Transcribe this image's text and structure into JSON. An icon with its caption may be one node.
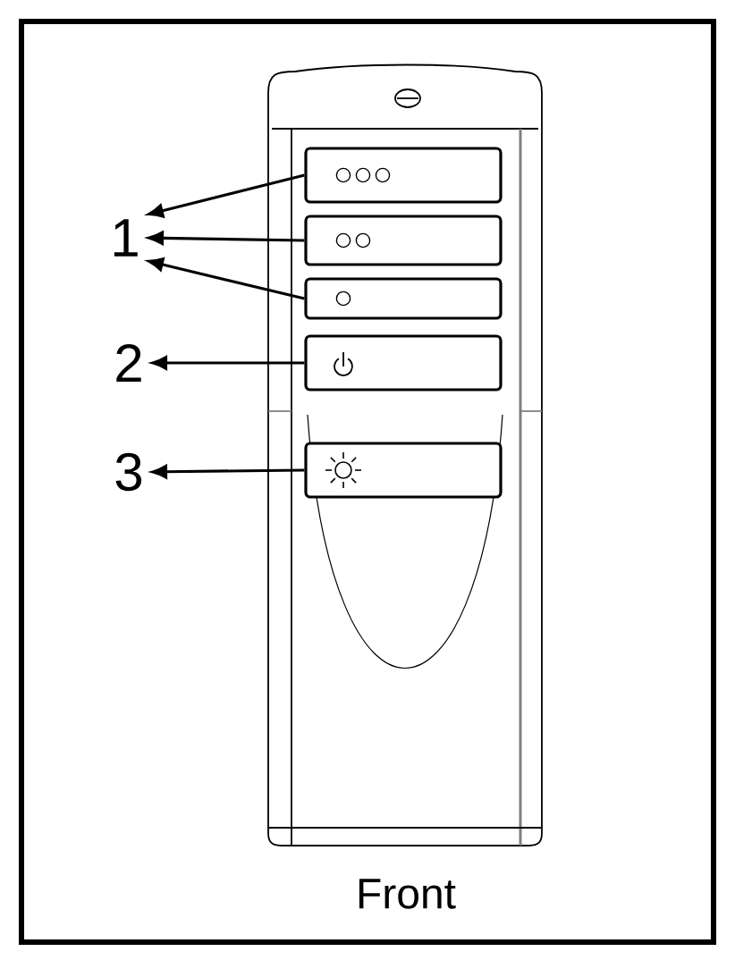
{
  "diagram": {
    "caption": "Front",
    "nodes": [
      {
        "text": [
          "1"
        ]
      },
      {
        "text": [
          "2"
        ]
      },
      {
        "text": [
          "3"
        ]
      },
      {
        "text": [],
        "shape": "box"
      },
      {
        "text": [],
        "shape": "box"
      },
      {
        "text": [],
        "shape": "box"
      },
      {
        "text": [],
        "shape": "box"
      },
      {
        "text": [],
        "shape": "box"
      }
    ],
    "edges": [
      {
        "from": 3,
        "to": 0,
        "arrow": "to"
      },
      {
        "from": 4,
        "to": 0,
        "arrow": "to"
      },
      {
        "from": 5,
        "to": 0,
        "arrow": "to"
      },
      {
        "from": 6,
        "to": 1,
        "arrow": "to"
      },
      {
        "from": 7,
        "to": 2,
        "arrow": "to"
      }
    ]
  }
}
